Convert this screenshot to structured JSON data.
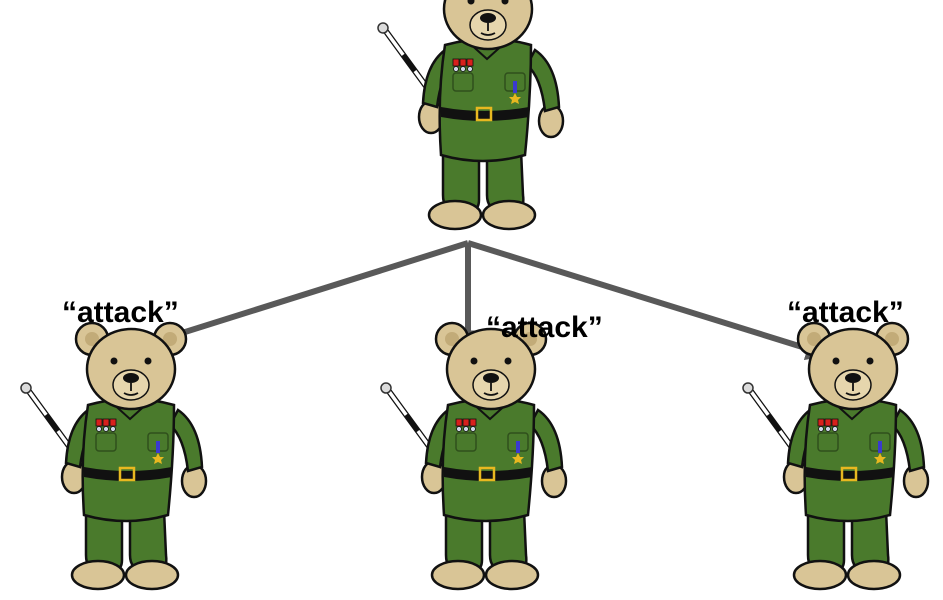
{
  "nodes": [
    {
      "id": "general",
      "role": "sender"
    },
    {
      "id": "left",
      "role": "receiver",
      "message": "“attack”"
    },
    {
      "id": "center",
      "role": "receiver",
      "message": "“attack”"
    },
    {
      "id": "right",
      "role": "receiver",
      "message": "“attack”"
    }
  ],
  "colors": {
    "arrow": "#595959",
    "fur": "#d9c596",
    "fur_dark": "#c2ab78",
    "uniform": "#4a7a2c",
    "uniform_dark": "#3d6524",
    "belt": "#111111",
    "buckle": "#e8b820",
    "medal_red": "#d8201c",
    "medal_blue": "#3a3ad0"
  },
  "icons": [
    "teddy-bear-soldier-icon",
    "arrow-icon",
    "baton-icon"
  ]
}
